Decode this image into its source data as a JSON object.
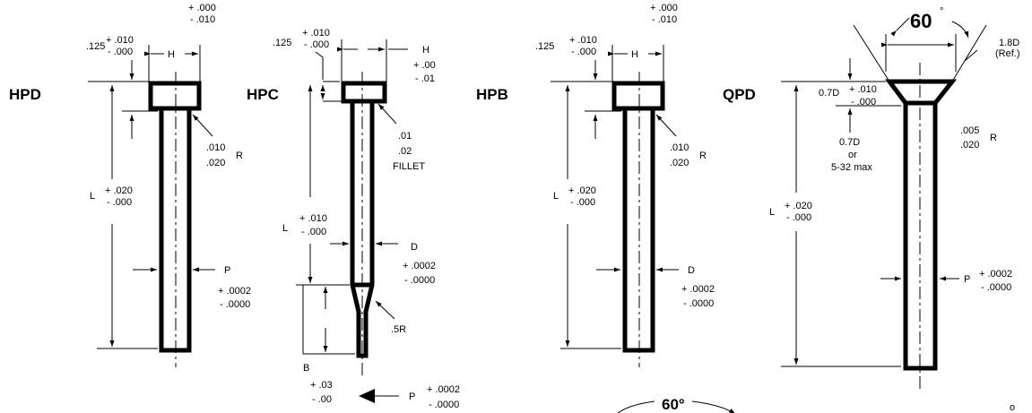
{
  "parts": {
    "hpd": {
      "name": "HPD",
      "head_height": ".125",
      "head_tol": [
        "+ .010",
        "- .000"
      ],
      "head_dia": "H",
      "top_tol": [
        "+ .000",
        "- .010"
      ],
      "radius": [
        ".010",
        ".020"
      ],
      "radius_label": "R",
      "length": "L",
      "length_tol": [
        "+ .020",
        "- .000"
      ],
      "point": "P",
      "point_tol": [
        "+ .0002",
        "- .0000"
      ]
    },
    "hpc": {
      "name": "HPC",
      "head_height": ".125",
      "head_tol": [
        "+ .010",
        "- .000"
      ],
      "head_dia": "H",
      "head_dia_tol": [
        "+ .00",
        "- .01"
      ],
      "fillet": [
        ".01",
        ".02"
      ],
      "fillet_label": "FILLET",
      "length": "L",
      "length_tol": [
        "+ .010",
        "- .000"
      ],
      "dia": "D",
      "dia_tol": [
        "+ .0002",
        "- .0000"
      ],
      "blend_radius": ".5R",
      "b_label": "B",
      "b_tol": [
        "+ .03",
        "- .00"
      ],
      "point": "P",
      "point_tol": [
        "+ .0002",
        "- .0000"
      ]
    },
    "hpb": {
      "name": "HPB",
      "head_height": ".125",
      "head_tol": [
        "+ .010",
        "- .000"
      ],
      "head_dia": "H",
      "top_tol": [
        "+ .000",
        "- .010"
      ],
      "radius": [
        ".010",
        ".020"
      ],
      "radius_label": "R",
      "length": "L",
      "length_tol": [
        "+ .020",
        "- .000"
      ],
      "dia": "D",
      "dia_tol": [
        "+ .0002",
        "- .0000"
      ]
    },
    "qpd": {
      "name": "QPD",
      "angle": "60",
      "deg": "°",
      "ref": [
        "1.8D",
        "(Ref.)"
      ],
      "head_height": "0.7D",
      "head_tol": [
        "+ .010",
        "- .000"
      ],
      "head_note": [
        "0.7D",
        "or",
        "5-32 max"
      ],
      "radius": [
        ".005",
        ".020"
      ],
      "radius_label": "R",
      "length": "L",
      "length_tol": [
        "+ .020",
        "- .000"
      ],
      "point": "P",
      "point_tol": [
        "+ .0002",
        "- .0000"
      ]
    }
  },
  "bottom": {
    "angle": "60°",
    "corner_deg": "o"
  }
}
